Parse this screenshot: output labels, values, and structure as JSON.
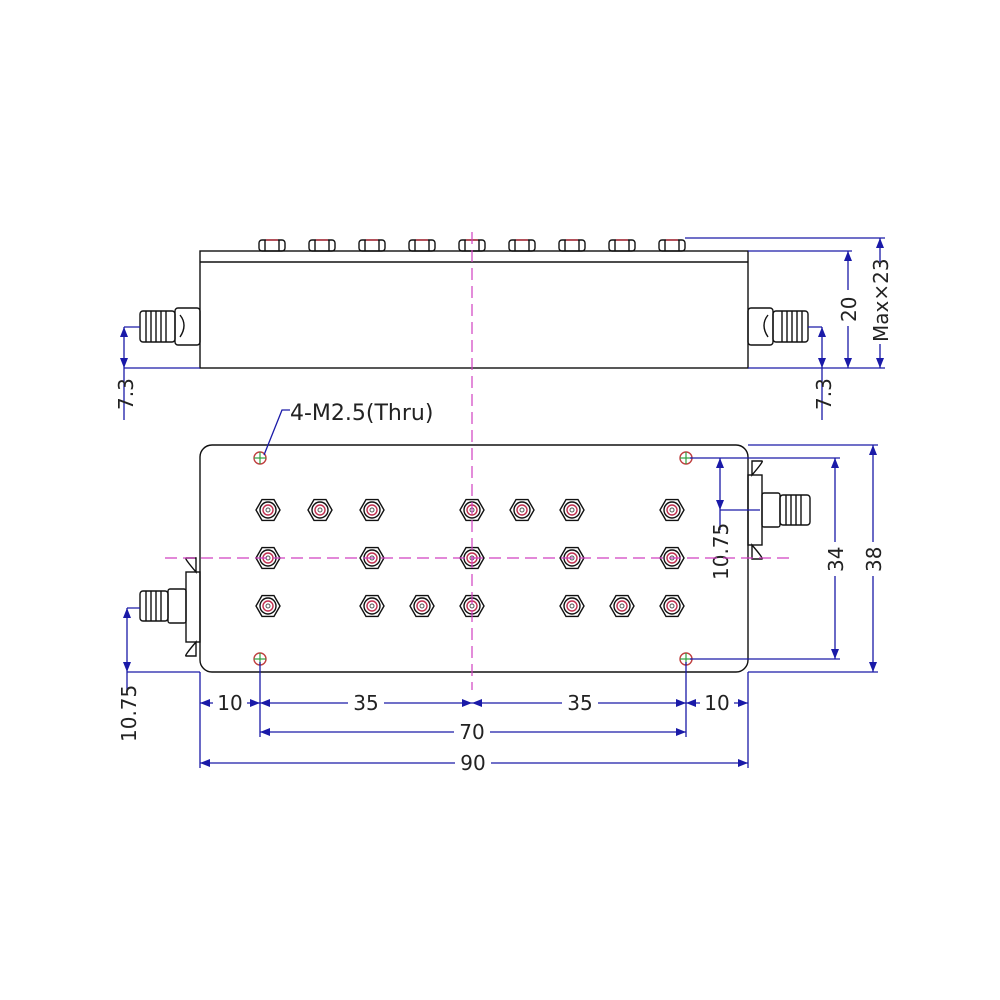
{
  "title": "Filter outline drawing",
  "side_view": {
    "dims": {
      "left_connector_height": "7.3",
      "right_connector_height": "7.3",
      "body_height": "20",
      "max_height": "Max×23"
    }
  },
  "plan_view": {
    "hole_note": "4-M2.5(Thru)",
    "dims": {
      "right_connector_offset": "10.75",
      "left_connector_offset": "10.75",
      "hole_spacing_vertical": "34",
      "body_width": "38",
      "left_margin": "10",
      "left_half": "35",
      "right_half": "35",
      "right_margin": "10",
      "hole_spacing_horizontal": "70",
      "body_length": "90"
    }
  },
  "colors": {
    "dimension": "#1a1aa8",
    "centerline": "#d040c0",
    "outline": "#111111"
  }
}
